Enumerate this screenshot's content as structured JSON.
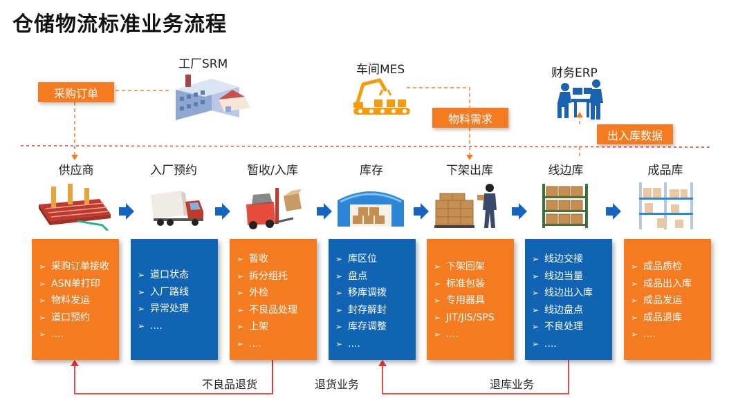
{
  "title": "仓储物流标准业务流程",
  "systems": {
    "srm": {
      "label": "工厂SRM",
      "icon": "factory-icon"
    },
    "mes": {
      "label": "车间MES",
      "icon": "robot-arm-icon"
    },
    "erp": {
      "label": "财务ERP",
      "icon": "workers-desk-icon"
    }
  },
  "tags": {
    "purchase_order": "采购订单",
    "material_demand": "物料需求",
    "io_data": "出入库数据"
  },
  "stages": [
    {
      "label": "供应商",
      "color": "#F47B20",
      "icon": "factory-line-icon",
      "items": [
        "采购订单接收",
        "ASN单打印",
        "物料发运",
        "道口预约",
        "...."
      ]
    },
    {
      "label": "入厂预约",
      "color": "#1163B3",
      "icon": "truck-icon",
      "items": [
        "道口状态",
        "入厂路线",
        "异常处理",
        "...."
      ]
    },
    {
      "label": "暂收/入库",
      "color": "#F47B20",
      "icon": "forklift-icon",
      "items": [
        "暂收",
        "拆分组托",
        "外检",
        "不良品处理",
        "上架",
        "...."
      ]
    },
    {
      "label": "库存",
      "color": "#1163B3",
      "icon": "warehouse-icon",
      "items": [
        "库区位",
        "盘点",
        "移库调拨",
        "封存解封",
        "库存调整",
        "...."
      ]
    },
    {
      "label": "下架出库",
      "color": "#F47B20",
      "icon": "pallet-worker-icon",
      "items": [
        "下架回架",
        "标准包装",
        "专用器具",
        "JIT/JIS/SPS",
        "...."
      ]
    },
    {
      "label": "线边库",
      "color": "#1163B3",
      "icon": "shelf-icon",
      "items": [
        "线边交接",
        "线边当量",
        "线边出入库",
        "线边盘点",
        "不良处理",
        "...."
      ]
    },
    {
      "label": "成品库",
      "color": "#F47B20",
      "icon": "rack-icon",
      "items": [
        "成品质检",
        "成品出入库",
        "成品发运",
        "成品退库",
        "...."
      ]
    }
  ],
  "feedback": {
    "defect_return": "不良品退货",
    "return_business": "退货业务",
    "stock_return": "退库业务"
  },
  "colors": {
    "orange": "#F47B20",
    "blue": "#1163B3",
    "arrow_blue": "#1565C0",
    "red_line": "#E53935"
  }
}
